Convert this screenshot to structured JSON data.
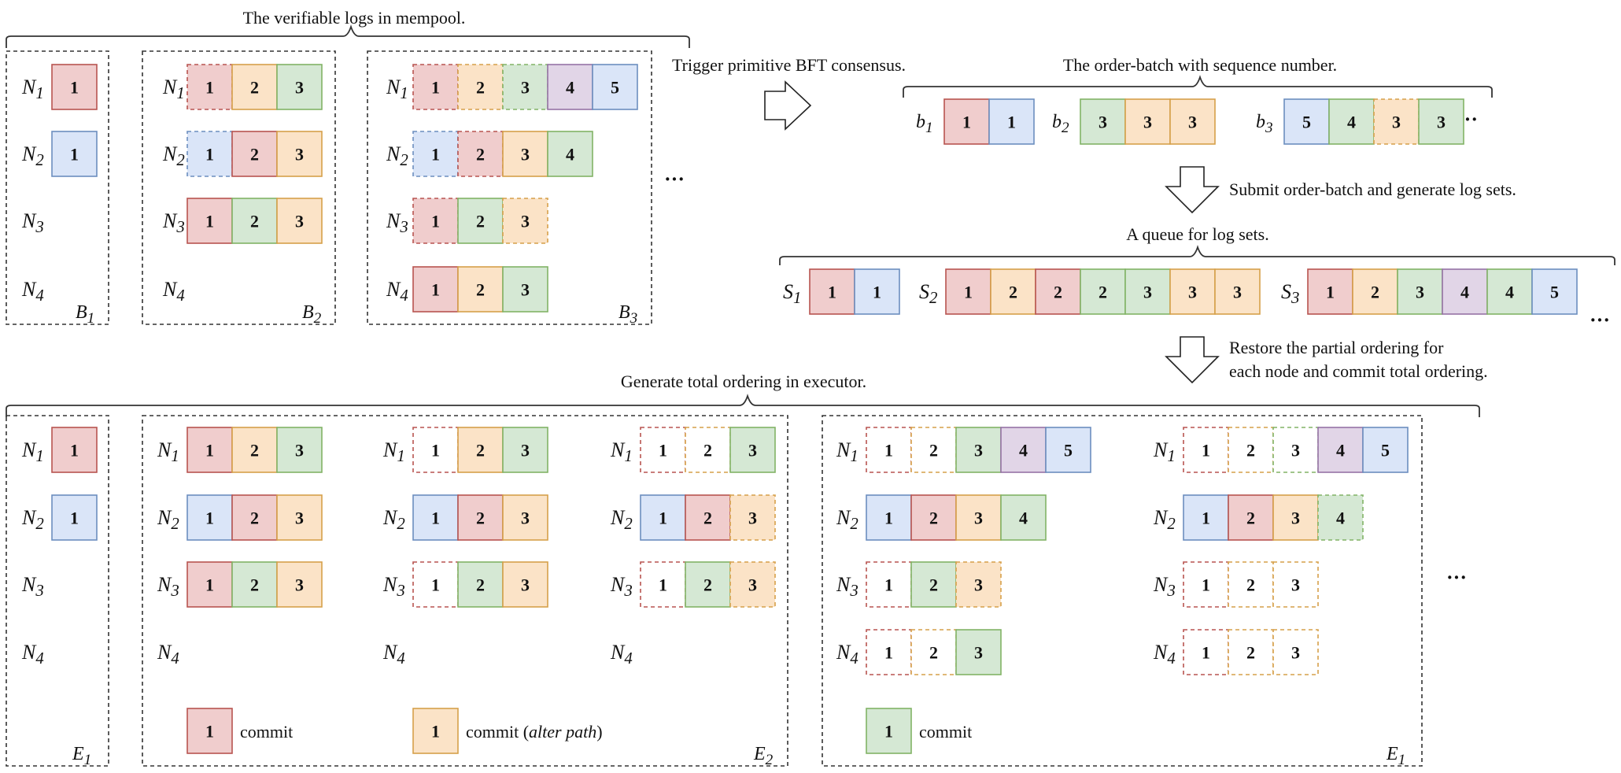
{
  "colors": {
    "red": {
      "fill": "#f0cdcd",
      "stroke": "#b85450"
    },
    "blue": {
      "fill": "#dae5f8",
      "stroke": "#6c8ebf"
    },
    "green": {
      "fill": "#d5e8d4",
      "stroke": "#82b366"
    },
    "orange": {
      "fill": "#fbe3c7",
      "stroke": "#d6a04a"
    },
    "purple": {
      "fill": "#e1d5e7",
      "stroke": "#9673a6"
    },
    "white": {
      "fill": "#ffffff",
      "stroke": "#888888"
    },
    "text": "#111111",
    "dash_frame": "#333333"
  },
  "titles": {
    "mempool": "The verifiable logs in mempool.",
    "trigger": "Trigger primitive BFT consensus.",
    "order_batch": "The order-batch with sequence number.",
    "submit": "Submit order-batch and generate log sets.",
    "queue": "A queue for log sets.",
    "restore_line1": "Restore the partial ordering for",
    "restore_line2": "each node and commit total ordering.",
    "executor": "Generate total ordering in executor."
  },
  "node_labels": [
    "N1",
    "N2",
    "N3",
    "N4"
  ],
  "ellipsis": "···",
  "mempool_batches": [
    {
      "label": "B1",
      "rows": [
        [
          {
            "v": "1",
            "c": "red"
          }
        ],
        [
          {
            "v": "1",
            "c": "blue"
          }
        ],
        [],
        []
      ]
    },
    {
      "label": "B2",
      "rows": [
        [
          {
            "v": "1",
            "c": "red",
            "d": true
          },
          {
            "v": "2",
            "c": "orange"
          },
          {
            "v": "3",
            "c": "green"
          }
        ],
        [
          {
            "v": "1",
            "c": "blue",
            "d": true
          },
          {
            "v": "2",
            "c": "red"
          },
          {
            "v": "3",
            "c": "orange"
          }
        ],
        [
          {
            "v": "1",
            "c": "red"
          },
          {
            "v": "2",
            "c": "green"
          },
          {
            "v": "3",
            "c": "orange"
          }
        ],
        []
      ]
    },
    {
      "label": "B3",
      "rows": [
        [
          {
            "v": "1",
            "c": "red",
            "d": true
          },
          {
            "v": "2",
            "c": "orange",
            "d": true
          },
          {
            "v": "3",
            "c": "green",
            "d": true
          },
          {
            "v": "4",
            "c": "purple"
          },
          {
            "v": "5",
            "c": "blue"
          }
        ],
        [
          {
            "v": "1",
            "c": "blue",
            "d": true
          },
          {
            "v": "2",
            "c": "red",
            "d": true
          },
          {
            "v": "3",
            "c": "orange"
          },
          {
            "v": "4",
            "c": "green"
          }
        ],
        [
          {
            "v": "1",
            "c": "red",
            "d": true
          },
          {
            "v": "2",
            "c": "green"
          },
          {
            "v": "3",
            "c": "orange",
            "d": true
          }
        ],
        [
          {
            "v": "1",
            "c": "red"
          },
          {
            "v": "2",
            "c": "orange"
          },
          {
            "v": "3",
            "c": "green"
          }
        ]
      ]
    }
  ],
  "order_batches": [
    {
      "label": "b1",
      "cells": [
        {
          "v": "1",
          "c": "red"
        },
        {
          "v": "1",
          "c": "blue"
        }
      ]
    },
    {
      "label": "b2",
      "cells": [
        {
          "v": "3",
          "c": "green"
        },
        {
          "v": "3",
          "c": "orange"
        },
        {
          "v": "3",
          "c": "orange"
        }
      ]
    },
    {
      "label": "b3",
      "cells": [
        {
          "v": "5",
          "c": "blue"
        },
        {
          "v": "4",
          "c": "green"
        },
        {
          "v": "3",
          "c": "orange",
          "d": true
        },
        {
          "v": "3",
          "c": "green"
        }
      ]
    }
  ],
  "log_sets": [
    {
      "label": "S1",
      "cells": [
        {
          "v": "1",
          "c": "red"
        },
        {
          "v": "1",
          "c": "blue"
        }
      ]
    },
    {
      "label": "S2",
      "cells": [
        {
          "v": "1",
          "c": "red"
        },
        {
          "v": "2",
          "c": "orange"
        },
        {
          "v": "2",
          "c": "red"
        },
        {
          "v": "2",
          "c": "green"
        },
        {
          "v": "3",
          "c": "green"
        },
        {
          "v": "3",
          "c": "orange"
        },
        {
          "v": "3",
          "c": "orange"
        }
      ]
    },
    {
      "label": "S3",
      "cells": [
        {
          "v": "1",
          "c": "red"
        },
        {
          "v": "2",
          "c": "orange"
        },
        {
          "v": "3",
          "c": "green"
        },
        {
          "v": "4",
          "c": "purple"
        },
        {
          "v": "4",
          "c": "green"
        },
        {
          "v": "5",
          "c": "blue"
        }
      ]
    }
  ],
  "executor_e1": {
    "label": "E1",
    "rows": [
      [
        {
          "v": "1",
          "c": "red"
        }
      ],
      [
        {
          "v": "1",
          "c": "blue"
        }
      ],
      [],
      []
    ]
  },
  "executor_e2": {
    "label": "E2",
    "groups": [
      {
        "rows": [
          [
            {
              "v": "1",
              "c": "red"
            },
            {
              "v": "2",
              "c": "orange"
            },
            {
              "v": "3",
              "c": "green"
            }
          ],
          [
            {
              "v": "1",
              "c": "blue"
            },
            {
              "v": "2",
              "c": "red"
            },
            {
              "v": "3",
              "c": "orange"
            }
          ],
          [
            {
              "v": "1",
              "c": "red"
            },
            {
              "v": "2",
              "c": "green"
            },
            {
              "v": "3",
              "c": "orange"
            }
          ],
          []
        ]
      },
      {
        "rows": [
          [
            {
              "v": "1",
              "c": "red",
              "w": true
            },
            {
              "v": "2",
              "c": "orange"
            },
            {
              "v": "3",
              "c": "green"
            }
          ],
          [
            {
              "v": "1",
              "c": "blue"
            },
            {
              "v": "2",
              "c": "red"
            },
            {
              "v": "3",
              "c": "orange"
            }
          ],
          [
            {
              "v": "1",
              "c": "red",
              "w": true
            },
            {
              "v": "2",
              "c": "green"
            },
            {
              "v": "3",
              "c": "orange"
            }
          ],
          []
        ]
      },
      {
        "rows": [
          [
            {
              "v": "1",
              "c": "red",
              "w": true
            },
            {
              "v": "2",
              "c": "orange",
              "w": true
            },
            {
              "v": "3",
              "c": "green"
            }
          ],
          [
            {
              "v": "1",
              "c": "blue"
            },
            {
              "v": "2",
              "c": "red"
            },
            {
              "v": "3",
              "c": "orange",
              "d": true
            }
          ],
          [
            {
              "v": "1",
              "c": "red",
              "w": true
            },
            {
              "v": "2",
              "c": "green"
            },
            {
              "v": "3",
              "c": "orange",
              "d": true
            }
          ],
          []
        ]
      }
    ]
  },
  "executor_e3": {
    "label": "E1",
    "groups": [
      {
        "rows": [
          [
            {
              "v": "1",
              "c": "red",
              "w": true
            },
            {
              "v": "2",
              "c": "orange",
              "w": true
            },
            {
              "v": "3",
              "c": "green"
            },
            {
              "v": "4",
              "c": "purple"
            },
            {
              "v": "5",
              "c": "blue"
            }
          ],
          [
            {
              "v": "1",
              "c": "blue"
            },
            {
              "v": "2",
              "c": "red"
            },
            {
              "v": "3",
              "c": "orange"
            },
            {
              "v": "4",
              "c": "green"
            }
          ],
          [
            {
              "v": "1",
              "c": "red",
              "w": true
            },
            {
              "v": "2",
              "c": "green"
            },
            {
              "v": "3",
              "c": "orange",
              "d": true
            }
          ],
          [
            {
              "v": "1",
              "c": "red",
              "w": true
            },
            {
              "v": "2",
              "c": "orange",
              "w": true
            },
            {
              "v": "3",
              "c": "green"
            }
          ]
        ]
      },
      {
        "rows": [
          [
            {
              "v": "1",
              "c": "red",
              "w": true
            },
            {
              "v": "2",
              "c": "orange",
              "w": true
            },
            {
              "v": "3",
              "c": "green",
              "w": true
            },
            {
              "v": "4",
              "c": "purple"
            },
            {
              "v": "5",
              "c": "blue"
            }
          ],
          [
            {
              "v": "1",
              "c": "blue"
            },
            {
              "v": "2",
              "c": "red"
            },
            {
              "v": "3",
              "c": "orange"
            },
            {
              "v": "4",
              "c": "green",
              "d": true
            }
          ],
          [
            {
              "v": "1",
              "c": "red",
              "w": true
            },
            {
              "v": "2",
              "c": "orange",
              "w": true
            },
            {
              "v": "3",
              "c": "orange",
              "w": true
            }
          ],
          [
            {
              "v": "1",
              "c": "red",
              "w": true
            },
            {
              "v": "2",
              "c": "orange",
              "w": true
            },
            {
              "v": "3",
              "c": "orange",
              "w": true
            }
          ]
        ]
      }
    ]
  },
  "legend": [
    {
      "v": "1",
      "c": "red",
      "label": "commit"
    },
    {
      "v": "1",
      "c": "orange",
      "label": "commit (",
      "italic": "alter path",
      "suffix": ")"
    },
    {
      "v": "1",
      "c": "green",
      "label": "commit"
    }
  ]
}
